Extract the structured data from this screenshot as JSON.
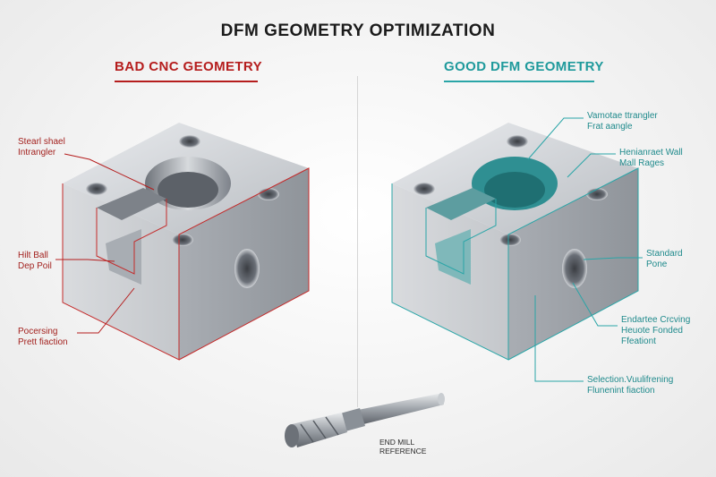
{
  "title": "DFM GEOMETRY OPTIMIZATION",
  "bad_panel": {
    "title": "BAD CNC GEOMETRY",
    "labels": [
      "Stearl shael\nIntrangler",
      "Hilt Ball\nDep Poil",
      "Pocersing\nPrett fiaction"
    ]
  },
  "good_panel": {
    "title": "GOOD DFM GEOMETRY",
    "labels": [
      "Vamotae ttrangler\nFrat aangle",
      "Henianraet Wall\nMall Rages",
      "Standard\nPone",
      "Endartee Crcving\nHeuote Fonded\nFfeationt",
      "Selection.Vuulifrening\nFlunenint fiaction"
    ]
  },
  "end_mill": {
    "label": "END MILL\nREFERENCE"
  },
  "colors": {
    "bad_accent": "#b51d1d",
    "good_accent": "#1f9a9c",
    "metal": "#c9ccd0"
  }
}
